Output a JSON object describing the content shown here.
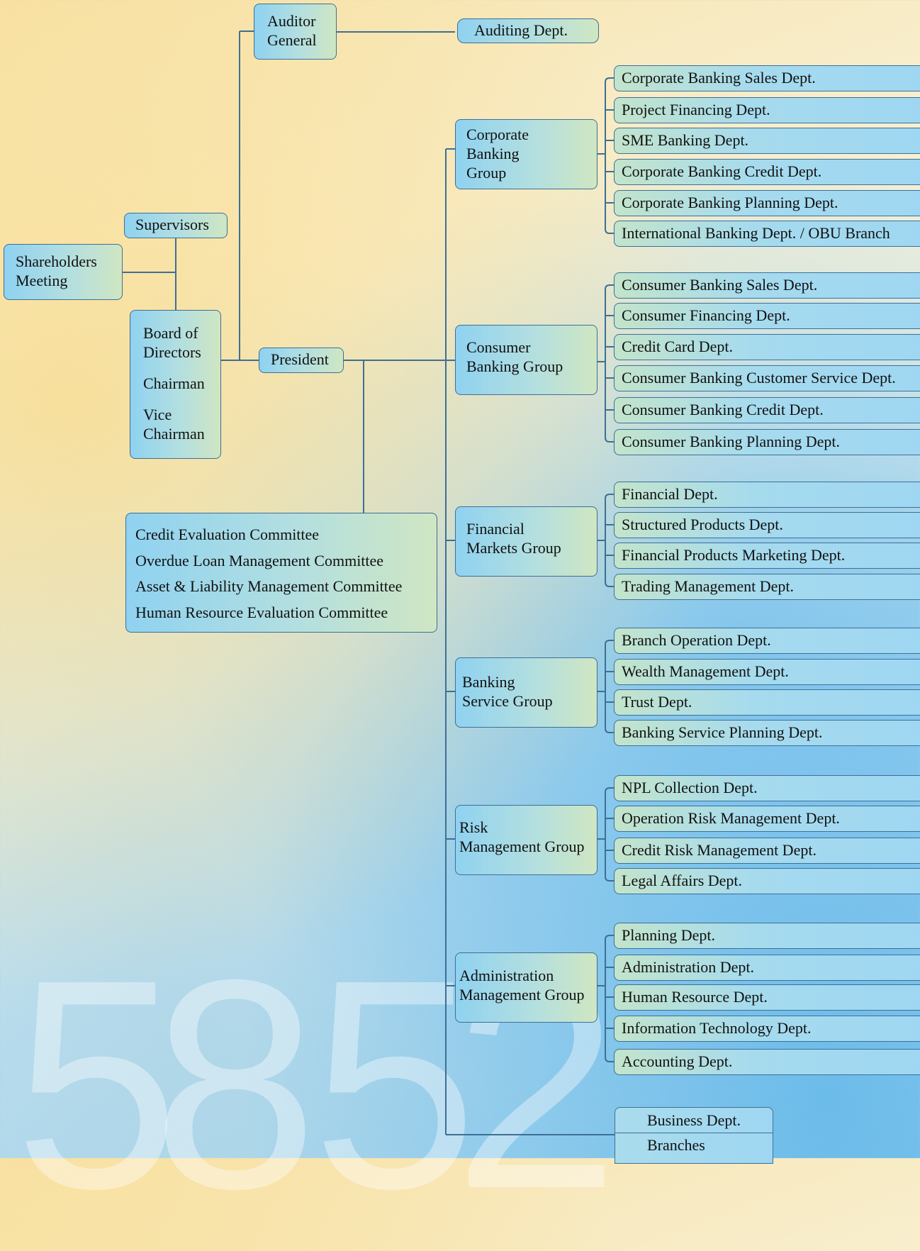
{
  "auditor_general": [
    "Auditor",
    "General"
  ],
  "auditing_dept": "Auditing Dept.",
  "supervisors": "Supervisors",
  "shareholders": [
    "Shareholders",
    "Meeting"
  ],
  "board": {
    "lines": [
      "Board of",
      "Directors"
    ],
    "chairman": "Chairman",
    "vice": [
      "Vice",
      "Chairman"
    ]
  },
  "president": "President",
  "committees": [
    "Credit Evaluation Committee",
    "Overdue Loan Management Committee",
    "Asset & Liability Management Committee",
    "Human Resource Evaluation Committee"
  ],
  "groups": [
    {
      "name": [
        "Corporate",
        "Banking",
        "Group"
      ],
      "depts": [
        "Corporate Banking Sales Dept.",
        "Project Financing Dept.",
        "SME Banking Dept.",
        "Corporate Banking Credit Dept.",
        "Corporate Banking Planning Dept.",
        "International Banking Dept. / OBU Branch"
      ]
    },
    {
      "name": [
        "Consumer",
        "Banking Group"
      ],
      "depts": [
        "Consumer Banking Sales Dept.",
        "Consumer Financing Dept.",
        "Credit Card Dept.",
        "Consumer Banking Customer Service Dept.",
        "Consumer Banking Credit Dept.",
        "Consumer Banking Planning Dept."
      ]
    },
    {
      "name": [
        "Financial",
        "Markets Group"
      ],
      "depts": [
        "Financial Dept.",
        "Structured Products Dept.",
        "Financial Products Marketing Dept.",
        "Trading Management Dept."
      ]
    },
    {
      "name": [
        "Banking",
        "Service Group"
      ],
      "depts": [
        "Branch Operation Dept.",
        "Wealth Management Dept.",
        "Trust Dept.",
        "Banking Service Planning Dept."
      ]
    },
    {
      "name": [
        "Risk",
        "Management Group"
      ],
      "depts": [
        "NPL Collection Dept.",
        "Operation Risk Management Dept.",
        "Credit Risk Management Dept.",
        "Legal Affairs Dept."
      ]
    },
    {
      "name": [
        "Administration",
        "Management Group"
      ],
      "depts": [
        "Planning Dept.",
        "Administration Dept.",
        "Human Resource Dept.",
        "Information Technology Dept.",
        "Accounting Dept."
      ]
    }
  ],
  "business": {
    "dept": "Business Dept.",
    "branches": "Branches"
  },
  "background_digits": [
    "5",
    "8",
    "5",
    "2"
  ],
  "colors": {
    "line": "#3e6f95",
    "box_blue": "#8fd2f0",
    "box_green": "#cfe6c2"
  }
}
